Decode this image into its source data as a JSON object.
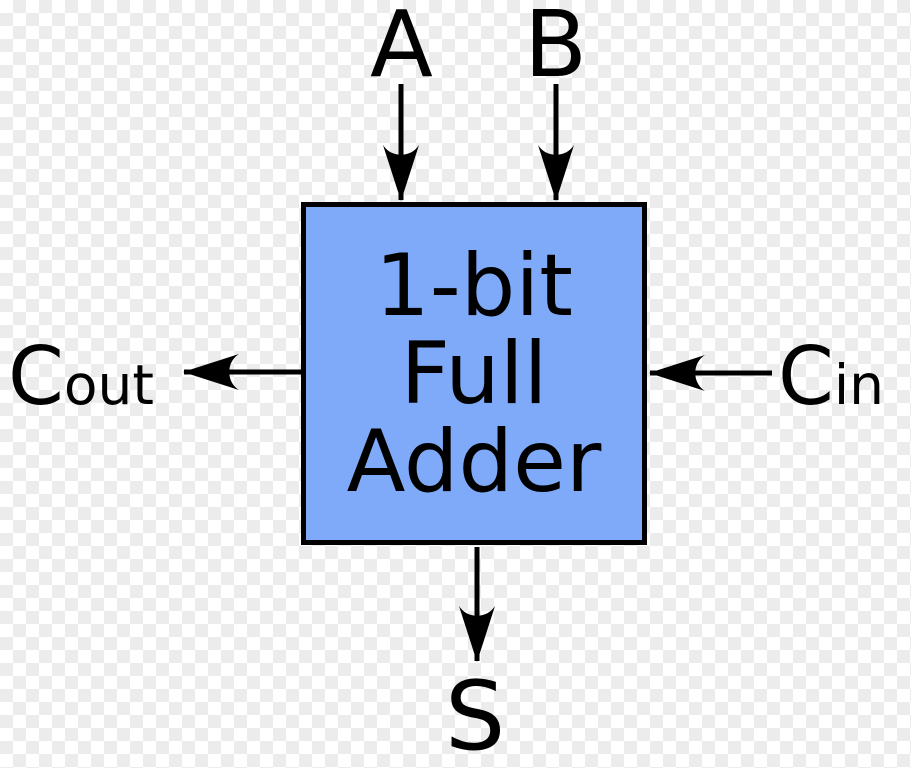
{
  "diagram": {
    "type": "block-diagram",
    "component": {
      "label_lines": [
        "1-bit",
        "Full",
        "Adder"
      ]
    },
    "ports": {
      "a": {
        "label": "A",
        "direction": "input",
        "side": "top"
      },
      "b": {
        "label": "B",
        "direction": "input",
        "side": "top"
      },
      "cin": {
        "main": "C",
        "sub": "in",
        "direction": "input",
        "side": "right"
      },
      "cout": {
        "main": "C",
        "sub": "out",
        "direction": "output",
        "side": "left"
      },
      "s": {
        "label": "S",
        "direction": "output",
        "side": "bottom"
      }
    },
    "colors": {
      "box_fill": "#7faafa",
      "stroke": "#000000",
      "checker_gray": "#ececec",
      "checker_white": "#ffffff"
    }
  }
}
